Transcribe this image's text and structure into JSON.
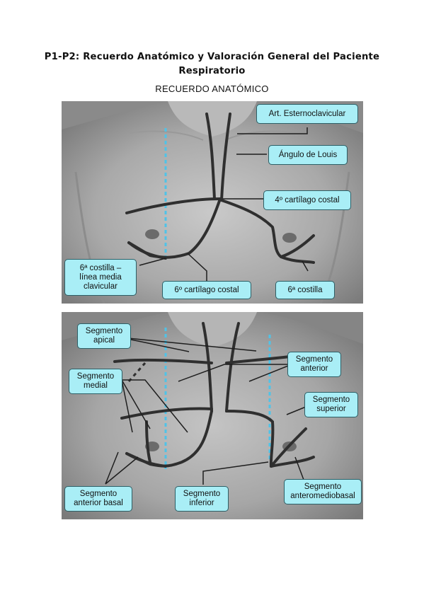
{
  "document": {
    "title": "P1-P2: Recuerdo Anatómico y Valoración General del Paciente Respiratorio",
    "section_heading": "RECUERDO ANATÓMICO"
  },
  "figure_top": {
    "labels": {
      "art_esternoclavicular": "Art. Esternoclavicular",
      "angulo_louis": "Ángulo de Louis",
      "cartilago_4": "4º cartílago costal",
      "costilla_6_lmc": "6ª costilla –\nlínea media\nclavicular",
      "cartilago_6": "6º cartílago costal",
      "costilla_6": "6ª costilla"
    }
  },
  "figure_bottom": {
    "labels": {
      "apical": "Segmento\napical",
      "anterior": "Segmento\nanterior",
      "medial": "Segmento\nmedial",
      "superior": "Segmento\nsuperior",
      "anterior_basal": "Segmento\nanterior basal",
      "inferior": "Segmento\ninferior",
      "anteromediobasal": "Segmento\nanteromediobasal"
    }
  },
  "colors": {
    "label_fill": "#a9eef6",
    "label_border": "#2d5f66",
    "guide_line": "#4fc3e8",
    "marker_line": "#2a2a2a"
  }
}
